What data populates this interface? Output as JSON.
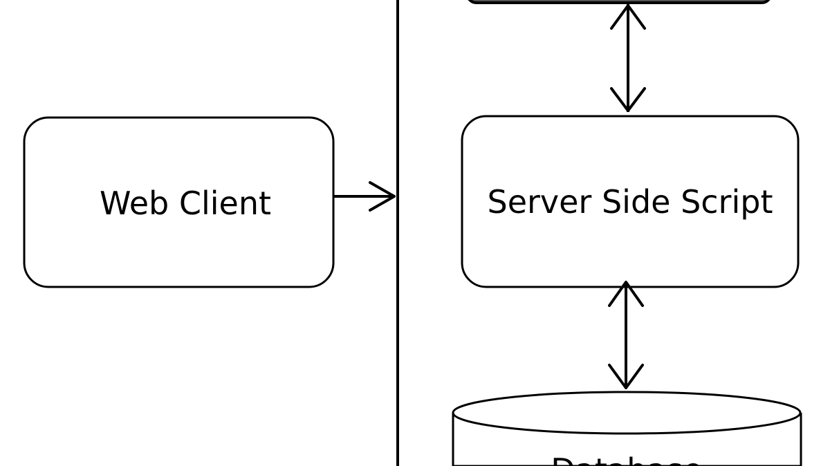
{
  "diagram": {
    "nodes": {
      "web_client": {
        "label": "Web Client"
      },
      "server_side_script": {
        "label": "Server Side Script"
      },
      "database": {
        "label": "Database",
        "visible_fragment": "Datab"
      }
    },
    "edges": [
      {
        "from": "web_client",
        "to": "web_server_boundary",
        "direction": "one-way"
      },
      {
        "from": "top_node",
        "to": "server_side_script",
        "direction": "two-way"
      },
      {
        "from": "server_side_script",
        "to": "database",
        "direction": "two-way"
      }
    ],
    "colors": {
      "stroke": "#000000",
      "node_fill": "#ffffff",
      "dark_node_fill": "#555555",
      "background": "#ffffff"
    }
  }
}
